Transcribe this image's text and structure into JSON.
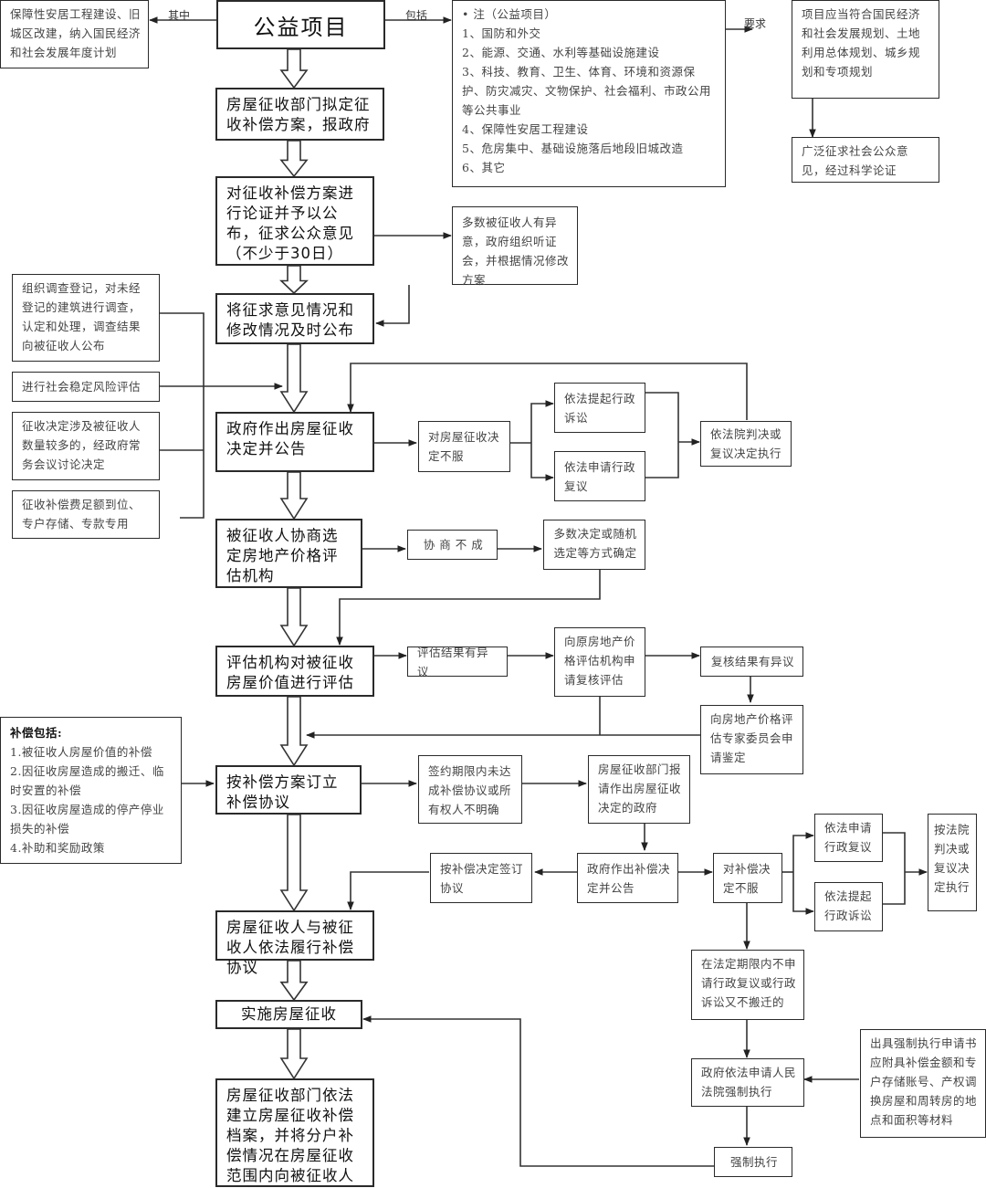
{
  "title": "公益项目",
  "labels": {
    "qizhong": "其中",
    "baokuo": "包括",
    "yaoqiu": "要求"
  },
  "top": {
    "left_note": "保障性安居工程建设、旧城区改建，纳入国民经济和社会发展年度计划",
    "list_header": "• 注（公益项目）",
    "list_items": [
      "1、国防和外交",
      "2、能源、交通、水利等基础设施建设",
      "3、科技、教育、卫生、体育、环境和资源保护、防灾减灾、文物保护、社会福利、市政公用等公共事业",
      "4、保障性安居工程建设",
      "5、危房集中、基础设施落后地段旧城改造",
      "6、其它"
    ],
    "requirement": "项目应当符合国民经济和社会发展规划、土地利用总体规划、城乡规划和专项规划",
    "public_opinion": "广泛征求社会公众意见，经过科学论证"
  },
  "steps": {
    "s1": "房屋征收部门拟定征收补偿方案，报政府",
    "s2": "对征收补偿方案进行论证并予以公布，征求公众意见（不少于30日）",
    "s3": "将征求意见情况和修改情况及时公布",
    "s4": "政府作出房屋征收决定并公告",
    "s5": "被征收人协商选定房地产价格评估机构",
    "s6": "评估机构对被征收房屋价值进行评估",
    "s7": "按补偿方案订立补偿协议",
    "s8": "房屋征收人与被征收人依法履行补偿协议",
    "s9": "实施房屋征收",
    "s10": "房屋征收部门依法建立房屋征收补偿档案，并将分户补偿情况在房屋征收范围内向被征收人公布"
  },
  "side": {
    "hearing": "多数被征收人有异意，政府组织听证会，并根据情况修改方案",
    "survey": "组织调查登记，对未经登记的建筑进行调查，认定和处理，调查结果向被征收人公布",
    "risk": "进行社会稳定风险评估",
    "meeting": "征收决定涉及被征收人数量较多的，经政府常务会议讨论决定",
    "funds": "征收补偿费足额到位、专户存储、专款专用",
    "dispute_decision": "对房屋征收决定不服",
    "lawsuit1": "依法提起行政诉讼",
    "review1": "依法申请行政复议",
    "execute1": "依法院判决或复议决定执行",
    "negotiation_failed": "协 商 不 成",
    "majority": "多数决定或随机选定等方式确定",
    "eval_dispute": "评估结果有异议",
    "re_eval": "向原房地产价格评估机构申请复核评估",
    "re_eval_dispute": "复核结果有异议",
    "expert": "向房地产价格评估专家委员会申请鉴定",
    "comp_header": "补偿包括:",
    "comp_items": [
      "1.被征收人房屋价值的补偿",
      "2.因征收房屋造成的搬迁、临时安置的补偿",
      "3.因征收房屋造成的停产停业损失的补偿",
      "4.补助和奖励政策"
    ],
    "no_agreement": "签约期限内未达成补偿协议或所有权人不明确",
    "report": "房屋征收部门报请作出房屋征收决定的政府",
    "comp_decision": "政府作出补偿决定并公告",
    "sign_by_decision": "按补偿决定签订协议",
    "dispute_comp": "对补偿决定不服",
    "review2": "依法申请行政复议",
    "lawsuit2": "依法提起行政诉讼",
    "execute2": "按法院判决或复议决定执行",
    "no_appeal": "在法定期限内不申请行政复议或行政诉讼又不搬迁的",
    "court_apply": "政府依法申请人民法院强制执行",
    "materials": "出具强制执行申请书应附具补偿金额和专户存储账号、产权调换房屋和周转房的地点和面积等材料",
    "force": "强制执行"
  }
}
